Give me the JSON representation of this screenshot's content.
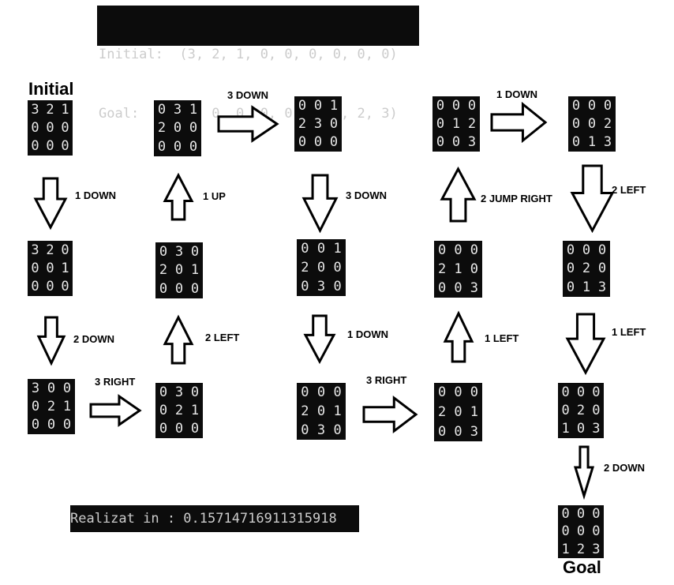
{
  "header": {
    "line1": "Initial:  (3, 2, 1, 0, 0, 0, 0, 0, 0)",
    "line2": "Goal:     (0, 0, 0, 0, 0, 0, 1, 2, 3)"
  },
  "footer": {
    "text": "Realizat in : 0.15714716911315918"
  },
  "titles": {
    "initial": "Initial",
    "goal": "Goal"
  },
  "states": [
    [
      "3",
      "2",
      "1",
      "0",
      "0",
      "0",
      "0",
      "0",
      "0"
    ],
    [
      "3",
      "2",
      "0",
      "0",
      "0",
      "1",
      "0",
      "0",
      "0"
    ],
    [
      "3",
      "0",
      "0",
      "0",
      "2",
      "1",
      "0",
      "0",
      "0"
    ],
    [
      "0",
      "3",
      "0",
      "0",
      "2",
      "1",
      "0",
      "0",
      "0"
    ],
    [
      "0",
      "3",
      "0",
      "2",
      "0",
      "1",
      "0",
      "0",
      "0"
    ],
    [
      "0",
      "3",
      "1",
      "2",
      "0",
      "0",
      "0",
      "0",
      "0"
    ],
    [
      "0",
      "0",
      "1",
      "2",
      "3",
      "0",
      "0",
      "0",
      "0"
    ],
    [
      "0",
      "0",
      "1",
      "2",
      "0",
      "0",
      "0",
      "3",
      "0"
    ],
    [
      "0",
      "0",
      "0",
      "2",
      "0",
      "1",
      "0",
      "3",
      "0"
    ],
    [
      "0",
      "0",
      "0",
      "2",
      "0",
      "1",
      "0",
      "0",
      "3"
    ],
    [
      "0",
      "0",
      "0",
      "2",
      "1",
      "0",
      "0",
      "0",
      "3"
    ],
    [
      "0",
      "0",
      "0",
      "0",
      "1",
      "2",
      "0",
      "0",
      "3"
    ],
    [
      "0",
      "0",
      "0",
      "0",
      "0",
      "2",
      "0",
      "1",
      "3"
    ],
    [
      "0",
      "0",
      "0",
      "0",
      "2",
      "0",
      "0",
      "1",
      "3"
    ],
    [
      "0",
      "0",
      "0",
      "0",
      "2",
      "0",
      "1",
      "0",
      "3"
    ],
    [
      "0",
      "0",
      "0",
      "0",
      "0",
      "0",
      "1",
      "2",
      "3"
    ]
  ],
  "moves": [
    "1 DOWN",
    "2 DOWN",
    "3 RIGHT",
    "2 LEFT",
    "1 UP",
    "3 DOWN",
    "3 DOWN",
    "1 DOWN",
    "3 RIGHT",
    "1 LEFT",
    "2 JUMP RIGHT",
    "1 DOWN",
    "2 LEFT",
    "1 LEFT",
    "2 DOWN"
  ]
}
